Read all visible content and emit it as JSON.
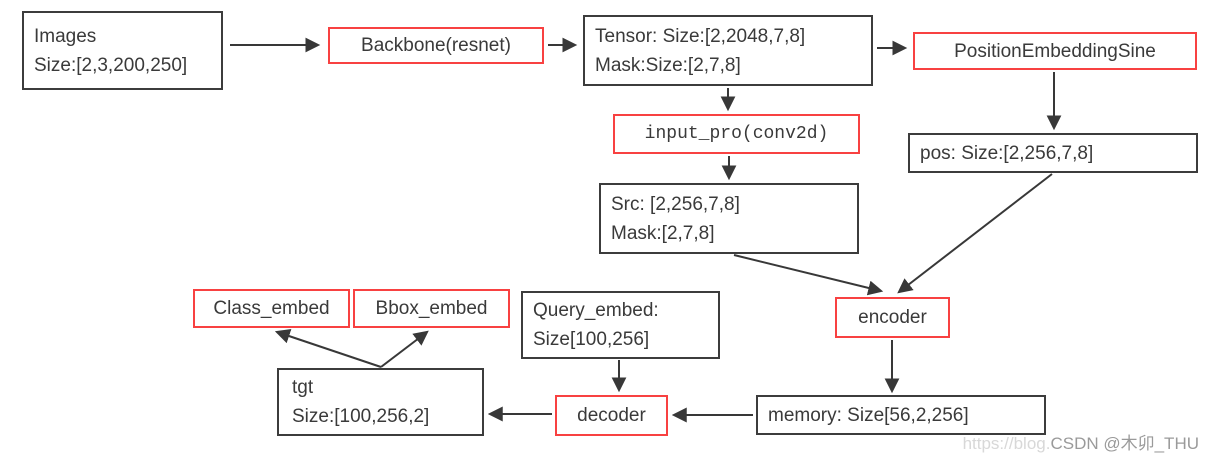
{
  "nodes": {
    "images": {
      "lines": [
        "Images",
        "Size:[2,3,200,250]"
      ]
    },
    "backbone": {
      "label": "Backbone(resnet)"
    },
    "tensor": {
      "lines": [
        "Tensor: Size:[2,2048,7,8]",
        "Mask:Size:[2,7,8]"
      ]
    },
    "position_embedding_sine": {
      "label": "PositionEmbeddingSine"
    },
    "input_pro": {
      "label": "input_pro(conv2d)"
    },
    "pos": {
      "label": "pos: Size:[2,256,7,8]"
    },
    "src": {
      "lines": [
        "Src: [2,256,7,8]",
        "Mask:[2,7,8]"
      ]
    },
    "encoder": {
      "label": "encoder"
    },
    "memory": {
      "label": "memory: Size[56,2,256]"
    },
    "decoder": {
      "label": "decoder"
    },
    "query_embed": {
      "lines": [
        "Query_embed:",
        "Size[100,256]"
      ]
    },
    "tgt": {
      "lines": [
        "tgt",
        "Size:[100,256,2]"
      ]
    },
    "class_embed": {
      "label": "Class_embed"
    },
    "bbox_embed": {
      "label": "Bbox_embed"
    }
  },
  "watermark": {
    "prefix": "https://blog.",
    "label": "CSDN @木卯_THU"
  },
  "colors": {
    "highlight_border": "#f84141",
    "box_border": "#3c3c3c",
    "text": "#3a3a3a",
    "arrow": "#383838",
    "watermark_prefix": "#d8d8d8",
    "watermark_label": "#9a9a9a",
    "background": "#ffffff"
  }
}
